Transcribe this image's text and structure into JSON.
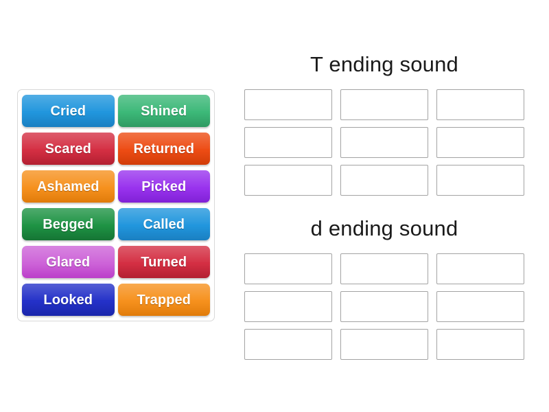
{
  "activity": {
    "type": "group-sort",
    "background_color": "#ffffff"
  },
  "word_bank": {
    "panel_border_color": "#d8d8d8",
    "tiles": [
      {
        "label": "Cried",
        "color": "#2196dd",
        "gradient_to": "#1a7fc1"
      },
      {
        "label": "Shined",
        "color": "#3cb878",
        "gradient_to": "#2f9a62"
      },
      {
        "label": "Scared",
        "color": "#d42f43",
        "gradient_to": "#b31f31"
      },
      {
        "label": "Returned",
        "color": "#ed4c14",
        "gradient_to": "#d13c08"
      },
      {
        "label": "Ashamed",
        "color": "#f6911e",
        "gradient_to": "#e07b0a"
      },
      {
        "label": "Picked",
        "color": "#9933ee",
        "gradient_to": "#8021d6"
      },
      {
        "label": "Begged",
        "color": "#1e9344",
        "gradient_to": "#157434"
      },
      {
        "label": "Called",
        "color": "#2196dd",
        "gradient_to": "#1a7fc1"
      },
      {
        "label": "Glared",
        "color": "#cd63d8",
        "gradient_to": "#bb3fc9"
      },
      {
        "label": "Turned",
        "color": "#d42f43",
        "gradient_to": "#b31f31"
      },
      {
        "label": "Looked",
        "color": "#2431c8",
        "gradient_to": "#1a26ab"
      },
      {
        "label": "Trapped",
        "color": "#f6911e",
        "gradient_to": "#e07b0a"
      }
    ]
  },
  "groups": [
    {
      "id": "t-ending",
      "heading": "T ending sound",
      "dropzone_border_color": "#a3a3a3",
      "slots": [
        "",
        "",
        "",
        "",
        "",
        "",
        "",
        "",
        ""
      ]
    },
    {
      "id": "d-ending",
      "heading": "d ending sound",
      "dropzone_border_color": "#a3a3a3",
      "slots": [
        "",
        "",
        "",
        "",
        "",
        "",
        "",
        "",
        ""
      ]
    }
  ]
}
